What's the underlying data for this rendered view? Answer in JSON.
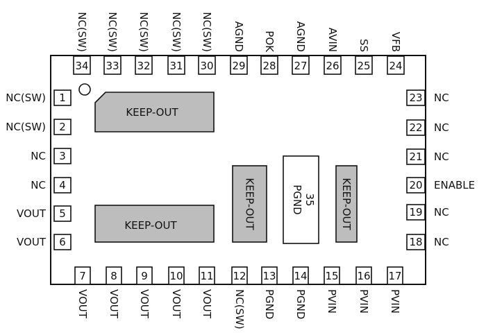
{
  "pins": {
    "left": [
      {
        "num": "1",
        "label": "NC(SW)"
      },
      {
        "num": "2",
        "label": "NC(SW)"
      },
      {
        "num": "3",
        "label": "NC"
      },
      {
        "num": "4",
        "label": "NC"
      },
      {
        "num": "5",
        "label": "VOUT"
      },
      {
        "num": "6",
        "label": "VOUT"
      }
    ],
    "bottom": [
      {
        "num": "7",
        "label": "VOUT"
      },
      {
        "num": "8",
        "label": "VOUT"
      },
      {
        "num": "9",
        "label": "VOUT"
      },
      {
        "num": "10",
        "label": "VOUT"
      },
      {
        "num": "11",
        "label": "VOUT"
      },
      {
        "num": "12",
        "label": "NC(SW)"
      },
      {
        "num": "13",
        "label": "PGND"
      },
      {
        "num": "14",
        "label": "PGND"
      },
      {
        "num": "15",
        "label": "PVIN"
      },
      {
        "num": "16",
        "label": "PVIN"
      },
      {
        "num": "17",
        "label": "PVIN"
      }
    ],
    "right": [
      {
        "num": "18",
        "label": "NC"
      },
      {
        "num": "19",
        "label": "NC"
      },
      {
        "num": "20",
        "label": "ENABLE"
      },
      {
        "num": "21",
        "label": "NC"
      },
      {
        "num": "22",
        "label": "NC"
      },
      {
        "num": "23",
        "label": "NC"
      }
    ],
    "top": [
      {
        "num": "24",
        "label": "VFB"
      },
      {
        "num": "25",
        "label": "SS"
      },
      {
        "num": "26",
        "label": "AVIN"
      },
      {
        "num": "27",
        "label": "AGND"
      },
      {
        "num": "28",
        "label": "POK"
      },
      {
        "num": "29",
        "label": "AGND"
      },
      {
        "num": "30",
        "label": "NC(SW)"
      },
      {
        "num": "31",
        "label": "NC(SW)"
      },
      {
        "num": "32",
        "label": "NC(SW)"
      },
      {
        "num": "33",
        "label": "NC(SW)"
      },
      {
        "num": "34",
        "label": "NC(SW)"
      }
    ]
  },
  "keepout_label": "KEEP-OUT",
  "center_pad": {
    "num": "35",
    "label": "PGND"
  }
}
